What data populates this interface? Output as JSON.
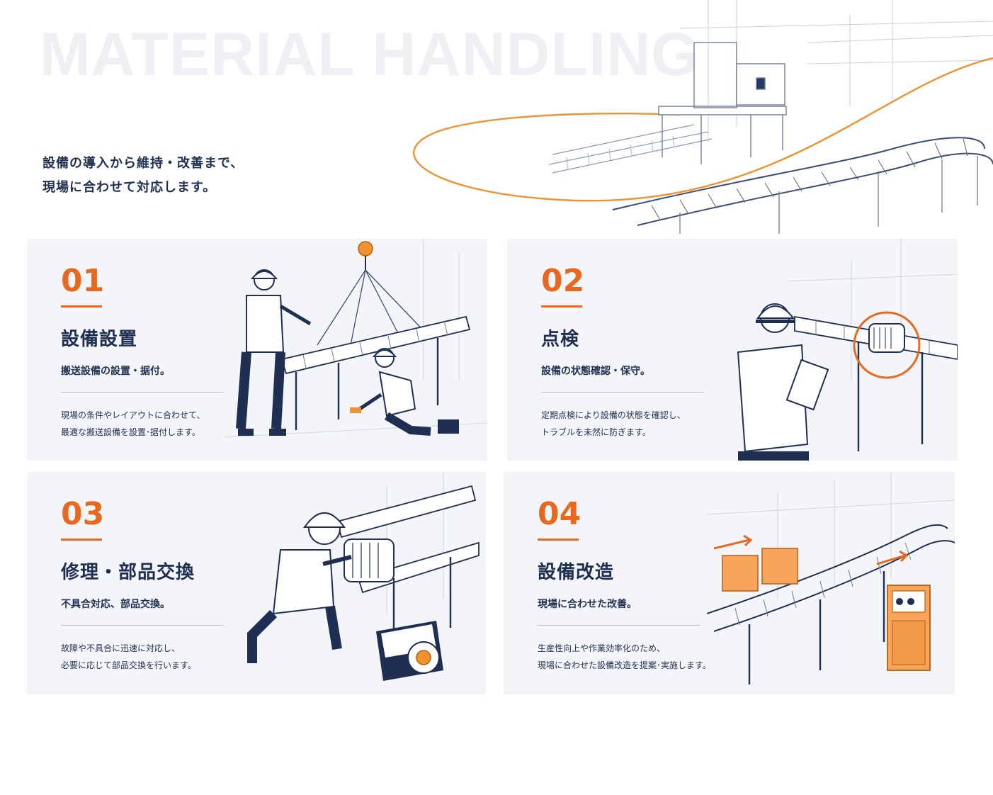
{
  "hero": {
    "heading": "MATERIAL HANDLING",
    "tagline_line1": "設備の導入から維持・改善まで、",
    "tagline_line2": "現場に合わせて対応します。"
  },
  "colors": {
    "accent": "#e8681f",
    "navy": "#1f2f52",
    "card_bg": "#f3f5f8",
    "heading_ghost": "#eef0f4"
  },
  "cards": [
    {
      "number": "01",
      "title": "設備設置",
      "subtitle": "搬送設備の設置・据付。",
      "desc_line1": "現場の条件やレイアウトに合わせて、",
      "desc_line2": "最適な搬送設備を設置･据付します。",
      "illustration": "workers-installing-conveyor"
    },
    {
      "number": "02",
      "title": "点検",
      "subtitle": "設備の状態確認・保守。",
      "desc_line1": "定期点検により設備の状態を確認し、",
      "desc_line2": "トラブルを未然に防ぎます。",
      "illustration": "worker-inspecting-motor"
    },
    {
      "number": "03",
      "title": "修理・部品交換",
      "subtitle": "不具合対応、部品交換。",
      "desc_line1": "故障や不具合に迅速に対応し、",
      "desc_line2": "必要に応じて部品交換を行います。",
      "illustration": "worker-repairing-motor"
    },
    {
      "number": "04",
      "title": "設備改造",
      "subtitle": "現場に合わせた改善。",
      "desc_line1": "生産性向上や作業効率化のため、",
      "desc_line2": "現場に合わせた設備改造を提案･実施します。",
      "illustration": "modified-conveyor-line"
    }
  ]
}
